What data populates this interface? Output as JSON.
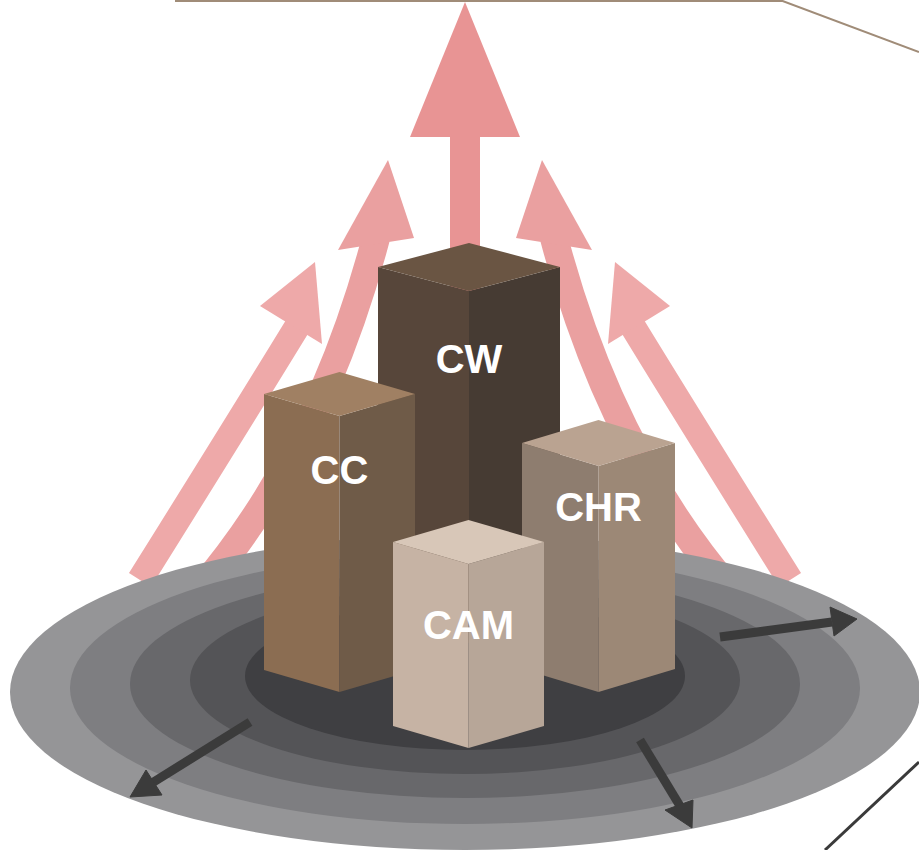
{
  "diagram": {
    "nodes": [
      {
        "text": [
          "CW"
        ]
      },
      {
        "text": [
          "CC"
        ]
      },
      {
        "text": [
          "CHR"
        ]
      },
      {
        "text": [
          "CAM"
        ]
      }
    ]
  }
}
